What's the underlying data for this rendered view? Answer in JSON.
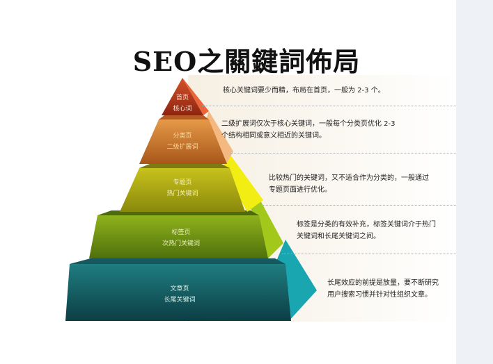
{
  "title": "SEO之關鍵詞佈局",
  "layers": [
    {
      "name": "首页",
      "sub": "核心词",
      "desc": [
        "核心关键词要少而精，布局在首页，一般为 2-3 个。"
      ],
      "color": "#b83a1c"
    },
    {
      "name": "分类页",
      "sub": "二级扩展词",
      "desc": [
        "二级扩展词仅次于核心关键词，一般每个分类页优化 2-3",
        "个结构相同或意义相近的关键词。"
      ],
      "color": "#d9782e"
    },
    {
      "name": "专题页",
      "sub": "热门关键词",
      "desc": [
        "比较热门的关键词，又不适合作为分类的，一般通过",
        "专题页面进行优化。"
      ],
      "color": "#b6b419"
    },
    {
      "name": "标签页",
      "sub": "次热门关键词",
      "desc": [
        "标签是分类的有效补充，标签关键词介于热门",
        "关键词和长尾关键词之间。"
      ],
      "color": "#7f9e1a"
    },
    {
      "name": "文章页",
      "sub": "长尾关键词",
      "desc": [
        "长尾效应的前提是放量，要不断研究",
        "用户搜索习惯并针对性组织文章。"
      ],
      "color": "#1d6e72"
    }
  ]
}
